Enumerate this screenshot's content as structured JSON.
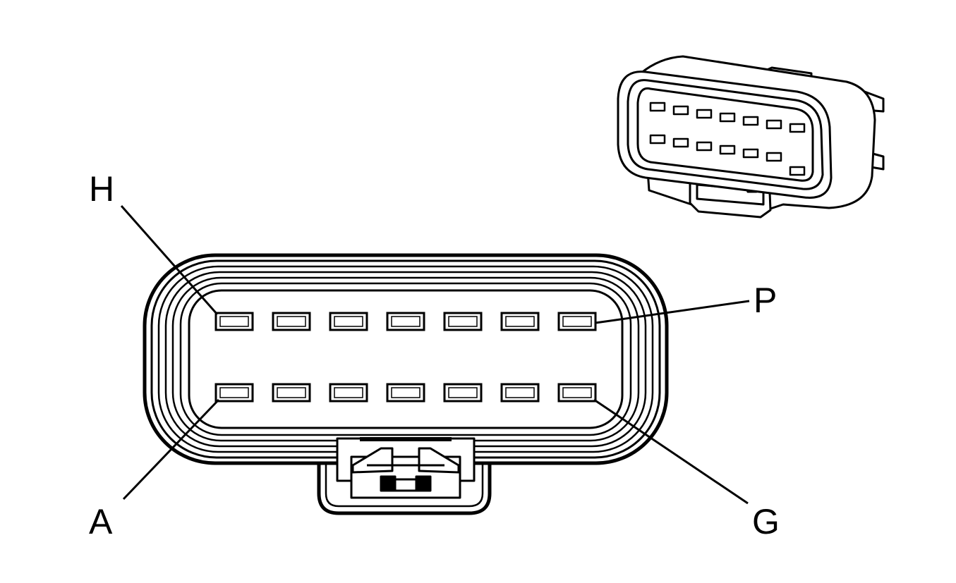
{
  "diagram": {
    "pin_labels": {
      "top_left": "H",
      "top_right": "P",
      "bottom_left": "A",
      "bottom_right": "G"
    },
    "rows": 2,
    "pins_per_row": 7
  }
}
